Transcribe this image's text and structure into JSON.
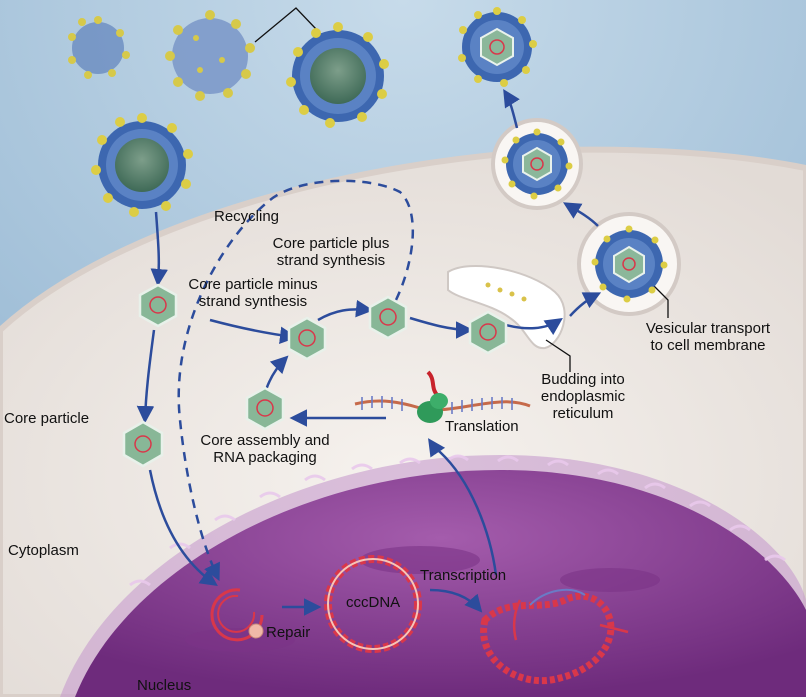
{
  "labels": {
    "recycling": "Recycling",
    "plus_line1": "Core particle plus",
    "plus_line2": "strand synthesis",
    "minus_line1": "Core particle minus",
    "minus_line2": "strand synthesis",
    "vesicular_line1": "Vesicular transport",
    "vesicular_line2": "to cell membrane",
    "budding_line1": "Budding into",
    "budding_line2": "endoplasmic",
    "budding_line3": "reticulum",
    "core_particle": "Core particle",
    "translation": "Translation",
    "assembly_line1": "Core assembly and",
    "assembly_line2": "RNA packaging",
    "cytoplasm": "Cytoplasm",
    "transcription": "Transcription",
    "cccdna": "cccDNA",
    "repair": "Repair",
    "nucleus": "Nucleus"
  },
  "colors": {
    "extracellular": "#a9c4dc",
    "cytoplasm": "#efebe6",
    "nucleus": "#8a3f93",
    "arrow": "#2c4c9c",
    "dna": "#d9374a",
    "core_particle": "#7fae8c",
    "virion_spike": "#e2d24a"
  }
}
